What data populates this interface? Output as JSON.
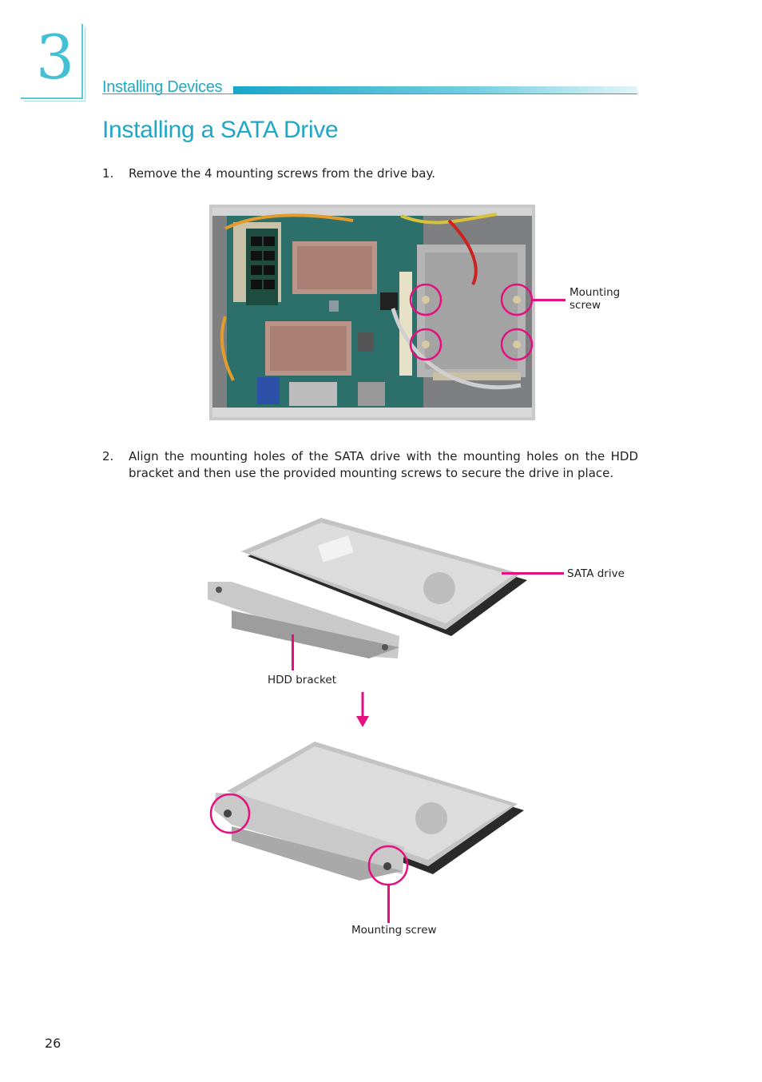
{
  "header": {
    "chapter_number": "3",
    "section_label": "Installing Devices",
    "accent_color": "#1fa7c8"
  },
  "title": "Installing a SATA Drive",
  "steps": [
    {
      "number": "1.",
      "text": "Remove the 4 mounting screws from the drive bay."
    },
    {
      "number": "2.",
      "text": "Align the mounting holes of the SATA drive with the mounting holes on the HDD bracket and then use the provided mounting screws to secure the drive in place."
    }
  ],
  "figures": {
    "board": {
      "callout": "Mounting\nscrew"
    },
    "drive_bracket": {
      "callout_drive": "SATA drive",
      "callout_bracket": "HDD bracket"
    },
    "assembled": {
      "callout": "Mounting screw"
    }
  },
  "callout_color": "#e4107f",
  "page_number": "26"
}
